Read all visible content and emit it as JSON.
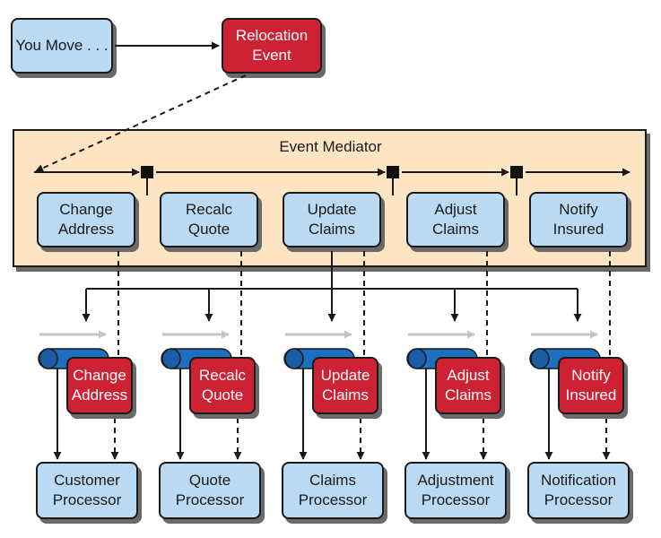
{
  "top": {
    "trigger_label": "You Move . . .",
    "event_label": "Relocation\nEvent"
  },
  "mediator": {
    "title": "Event Mediator",
    "steps": [
      {
        "label": "Change\nAddress"
      },
      {
        "label": "Recalc\nQuote"
      },
      {
        "label": "Update\nClaims"
      },
      {
        "label": "Adjust\nClaims"
      },
      {
        "label": "Notify\nInsured"
      }
    ]
  },
  "channels": [
    {
      "event_label": "Change\nAddress",
      "processor_label": "Customer\nProcessor"
    },
    {
      "event_label": "Recalc\nQuote",
      "processor_label": "Quote\nProcessor"
    },
    {
      "event_label": "Update\nClaims",
      "processor_label": "Claims\nProcessor"
    },
    {
      "event_label": "Adjust\nClaims",
      "processor_label": "Adjustment\nProcessor"
    },
    {
      "event_label": "Notify\nInsured",
      "processor_label": "Notification\nProcessor"
    }
  ],
  "colors": {
    "processor_blue": "#b9daf2",
    "event_red": "#cc2233",
    "mediator_fill": "#fde4c3",
    "queue_blue": "#1f6fc0"
  }
}
